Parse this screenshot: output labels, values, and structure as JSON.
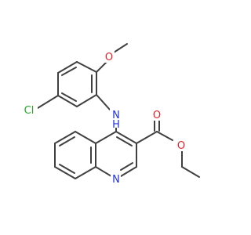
{
  "molecule": {
    "atoms": {
      "methoxy_oxygen": {
        "symbol": "O",
        "color": "#e8202a"
      },
      "chlorine": {
        "symbol": "Cl",
        "color": "#22aa22"
      },
      "amine_nitrogen": {
        "symbol": "N",
        "color": "#2030e0"
      },
      "amine_hydrogen": {
        "symbol": "H",
        "color": "#2030e0"
      },
      "carbonyl_oxygen": {
        "symbol": "O",
        "color": "#e8202a"
      },
      "ester_oxygen": {
        "symbol": "O",
        "color": "#e8202a"
      },
      "ring_nitrogen": {
        "symbol": "N",
        "color": "#2030e0"
      }
    },
    "bond_color": "#404040"
  }
}
